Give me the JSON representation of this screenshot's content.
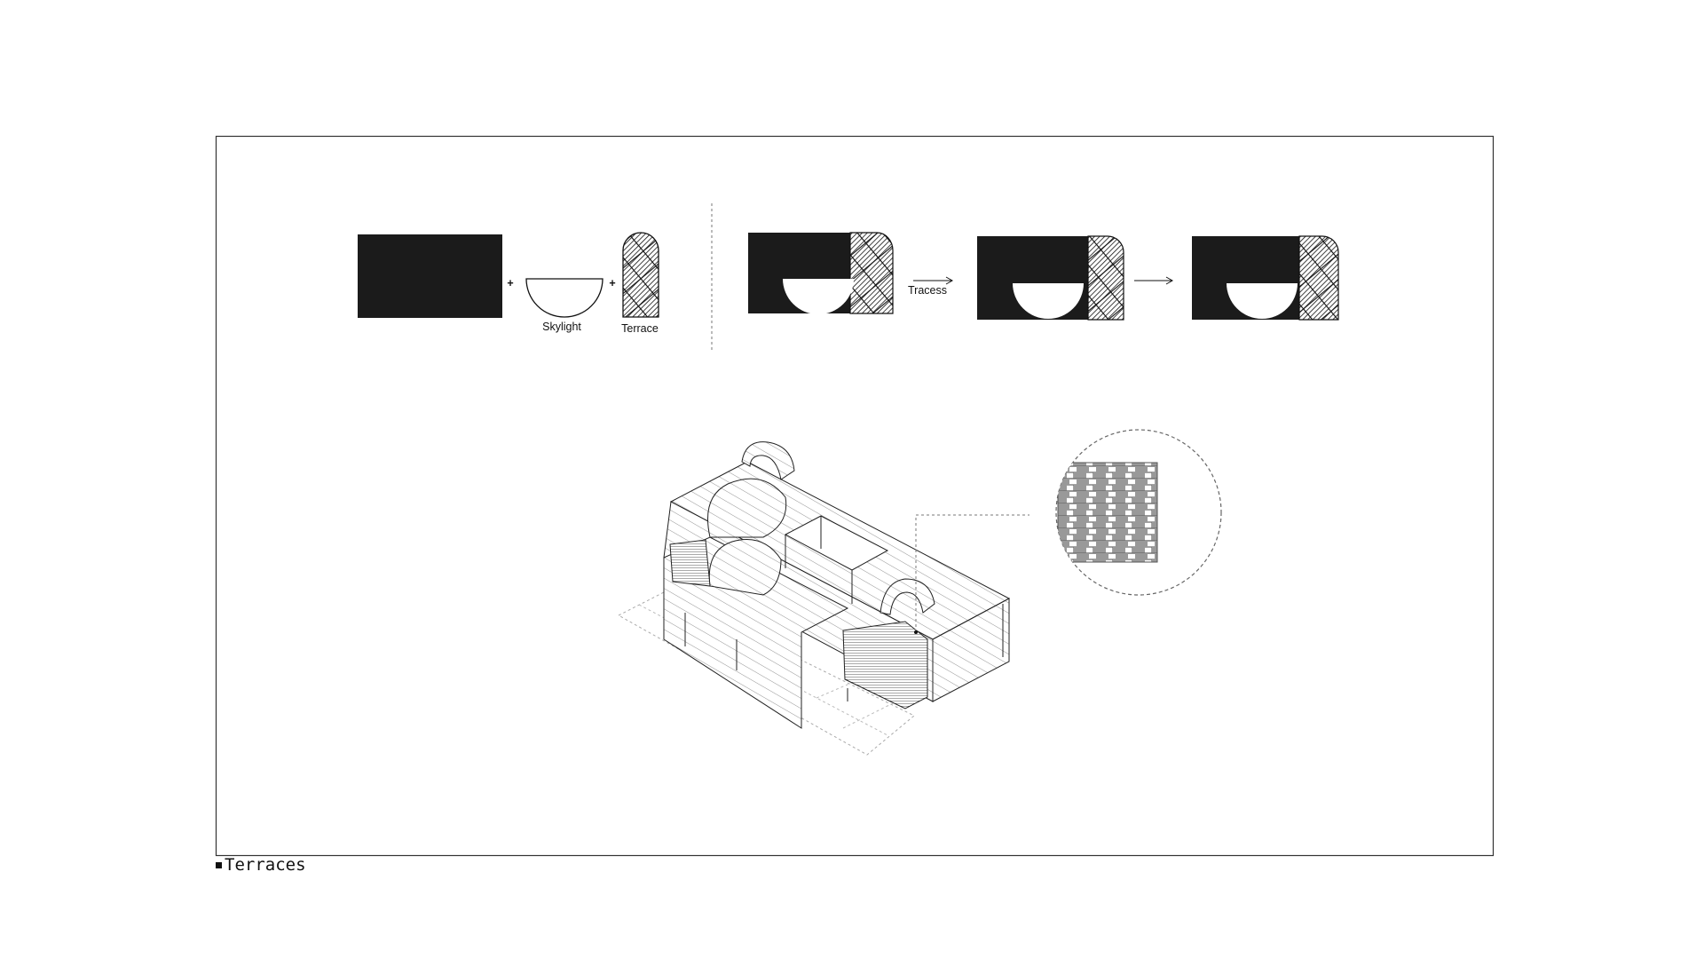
{
  "diagram": {
    "labels": {
      "skylight": "Skylight",
      "terrace": "Terrace",
      "tracess": "Tracess"
    },
    "operators": [
      "+",
      "+"
    ],
    "caption": "Terraces"
  }
}
